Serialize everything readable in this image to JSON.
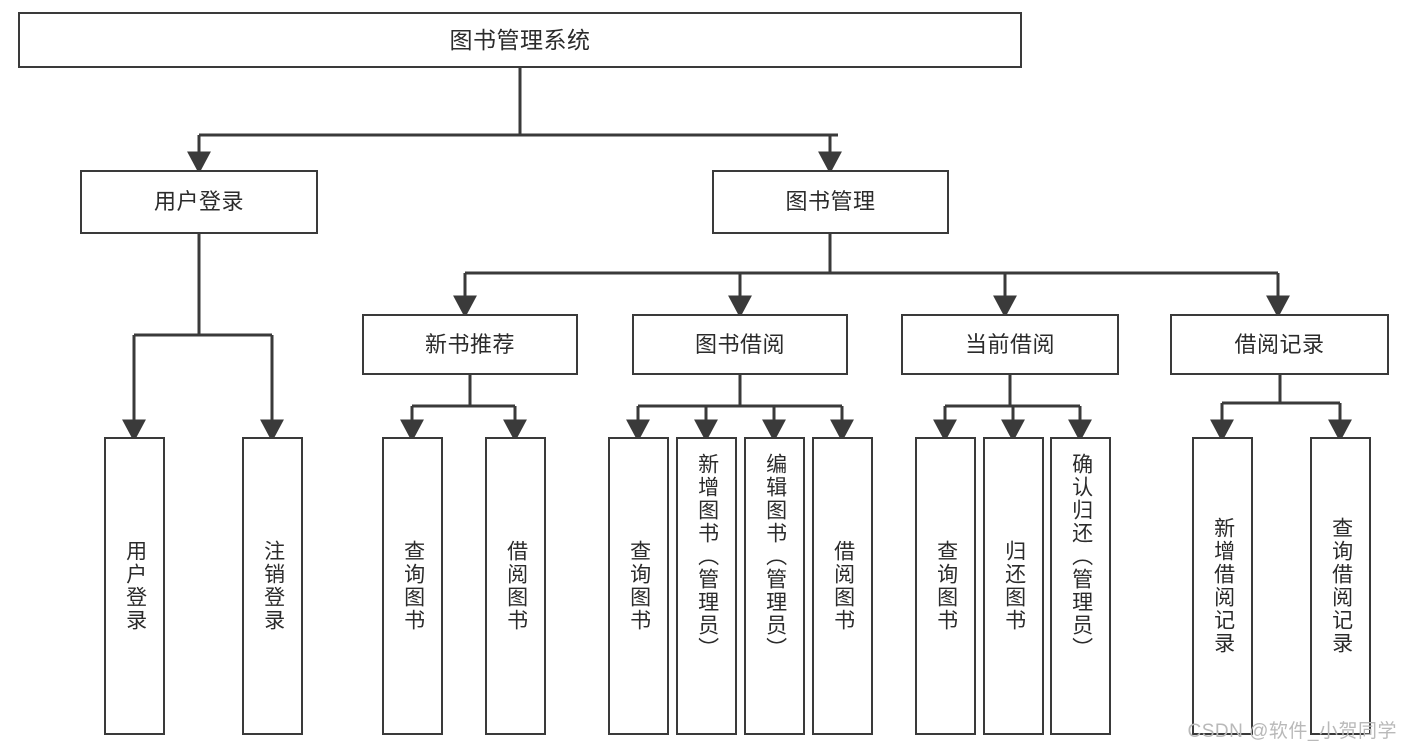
{
  "diagram": {
    "title": "图书管理系统",
    "type": "tree-hierarchy-chart",
    "colors": {
      "box_border": "#3a3a3a",
      "box_fill": "#ffffff",
      "edge": "#3a3a3a",
      "text": "#2b2b2b",
      "watermark": "#b9b9b9",
      "background": "#ffffff"
    },
    "watermark": "CSDN @软件_小贺同学",
    "root": {
      "label": "图书管理系统"
    },
    "level2": [
      {
        "id": "user-login",
        "label": "用户登录"
      },
      {
        "id": "book-manage",
        "label": "图书管理"
      }
    ],
    "level3": [
      {
        "id": "new-book-rec",
        "label": "新书推荐",
        "parent": "book-manage"
      },
      {
        "id": "book-borrow",
        "label": "图书借阅",
        "parent": "book-manage"
      },
      {
        "id": "current-borrow",
        "label": "当前借阅",
        "parent": "book-manage"
      },
      {
        "id": "borrow-record",
        "label": "借阅记录",
        "parent": "book-manage"
      }
    ],
    "leaves": [
      {
        "id": "leaf-user-login",
        "label": "用户登录",
        "parent": "user-login"
      },
      {
        "id": "leaf-user-logout",
        "label": "注销登录",
        "parent": "user-login"
      },
      {
        "id": "leaf-query-book-rec",
        "label": "查询图书",
        "parent": "new-book-rec"
      },
      {
        "id": "leaf-borrow-book-rec",
        "label": "借阅图书",
        "parent": "new-book-rec"
      },
      {
        "id": "leaf-query-book-borrow",
        "label": "查询图书",
        "parent": "book-borrow"
      },
      {
        "id": "leaf-add-book",
        "label": "新增图书（管理员）",
        "parent": "book-borrow"
      },
      {
        "id": "leaf-edit-book",
        "label": "编辑图书（管理员）",
        "parent": "book-borrow"
      },
      {
        "id": "leaf-borrow-book",
        "label": "借阅图书",
        "parent": "book-borrow"
      },
      {
        "id": "leaf-query-book-current",
        "label": "查询图书",
        "parent": "current-borrow"
      },
      {
        "id": "leaf-return-book",
        "label": "归还图书",
        "parent": "current-borrow"
      },
      {
        "id": "leaf-confirm-return",
        "label": "确认归还（管理员）",
        "parent": "current-borrow"
      },
      {
        "id": "leaf-add-record",
        "label": "新增借阅记录",
        "parent": "borrow-record"
      },
      {
        "id": "leaf-query-record",
        "label": "查询借阅记录",
        "parent": "borrow-record"
      }
    ]
  }
}
